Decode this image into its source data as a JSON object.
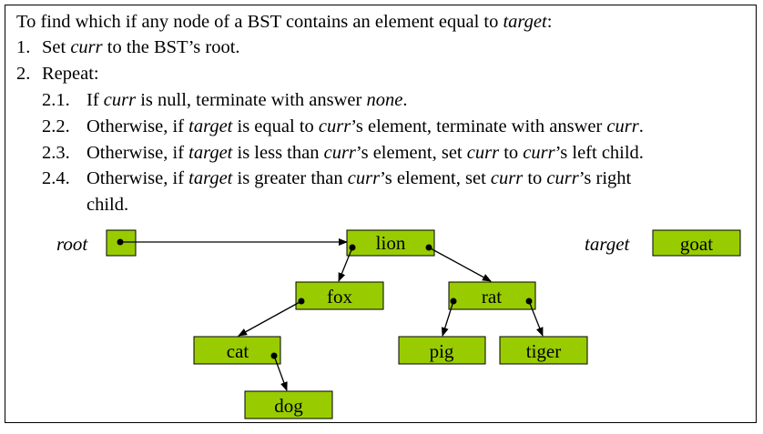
{
  "title": {
    "pre": "To find which if any node of a BST contains an element equal to ",
    "target": "target",
    "post": ":"
  },
  "steps": [
    {
      "num": "1.",
      "parts": [
        {
          "t": "Set ",
          "i": false
        },
        {
          "t": "curr",
          "i": true
        },
        {
          "t": " to the BST’s root.",
          "i": false
        }
      ]
    },
    {
      "num": "2.",
      "parts": [
        {
          "t": "Repeat:",
          "i": false
        }
      ]
    }
  ],
  "substeps": [
    {
      "num": "2.1.",
      "parts": [
        {
          "t": "If ",
          "i": false
        },
        {
          "t": "curr",
          "i": true
        },
        {
          "t": " is null, terminate with answer ",
          "i": false
        },
        {
          "t": "none",
          "i": true
        },
        {
          "t": ".",
          "i": false
        }
      ]
    },
    {
      "num": "2.2.",
      "parts": [
        {
          "t": "Otherwise, if ",
          "i": false
        },
        {
          "t": "target",
          "i": true
        },
        {
          "t": " is equal to ",
          "i": false
        },
        {
          "t": "curr",
          "i": true
        },
        {
          "t": "’s element, terminate with answer ",
          "i": false
        },
        {
          "t": "curr",
          "i": true
        },
        {
          "t": ".",
          "i": false
        }
      ]
    },
    {
      "num": "2.3.",
      "parts": [
        {
          "t": "Otherwise, if ",
          "i": false
        },
        {
          "t": "target",
          "i": true
        },
        {
          "t": " is less than ",
          "i": false
        },
        {
          "t": "curr",
          "i": true
        },
        {
          "t": "’s element, set ",
          "i": false
        },
        {
          "t": "curr",
          "i": true
        },
        {
          "t": " to ",
          "i": false
        },
        {
          "t": "curr",
          "i": true
        },
        {
          "t": "’s left child.",
          "i": false
        }
      ]
    },
    {
      "num": "2.4.",
      "parts": [
        {
          "t": "Otherwise, if ",
          "i": false
        },
        {
          "t": "target",
          "i": true
        },
        {
          "t": " is greater than ",
          "i": false
        },
        {
          "t": "curr",
          "i": true
        },
        {
          "t": "’s element, set ",
          "i": false
        },
        {
          "t": "curr",
          "i": true
        },
        {
          "t": " to ",
          "i": false
        },
        {
          "t": "curr",
          "i": true
        },
        {
          "t": "’s right",
          "i": false
        }
      ]
    }
  ],
  "continuation": "child.",
  "diagram": {
    "node_color": "#99cc00",
    "root_label": "root",
    "target_label": "target",
    "target_value": "goat",
    "nodes": {
      "lion": "lion",
      "fox": "fox",
      "rat": "rat",
      "cat": "cat",
      "pig": "pig",
      "tiger": "tiger",
      "dog": "dog"
    }
  }
}
